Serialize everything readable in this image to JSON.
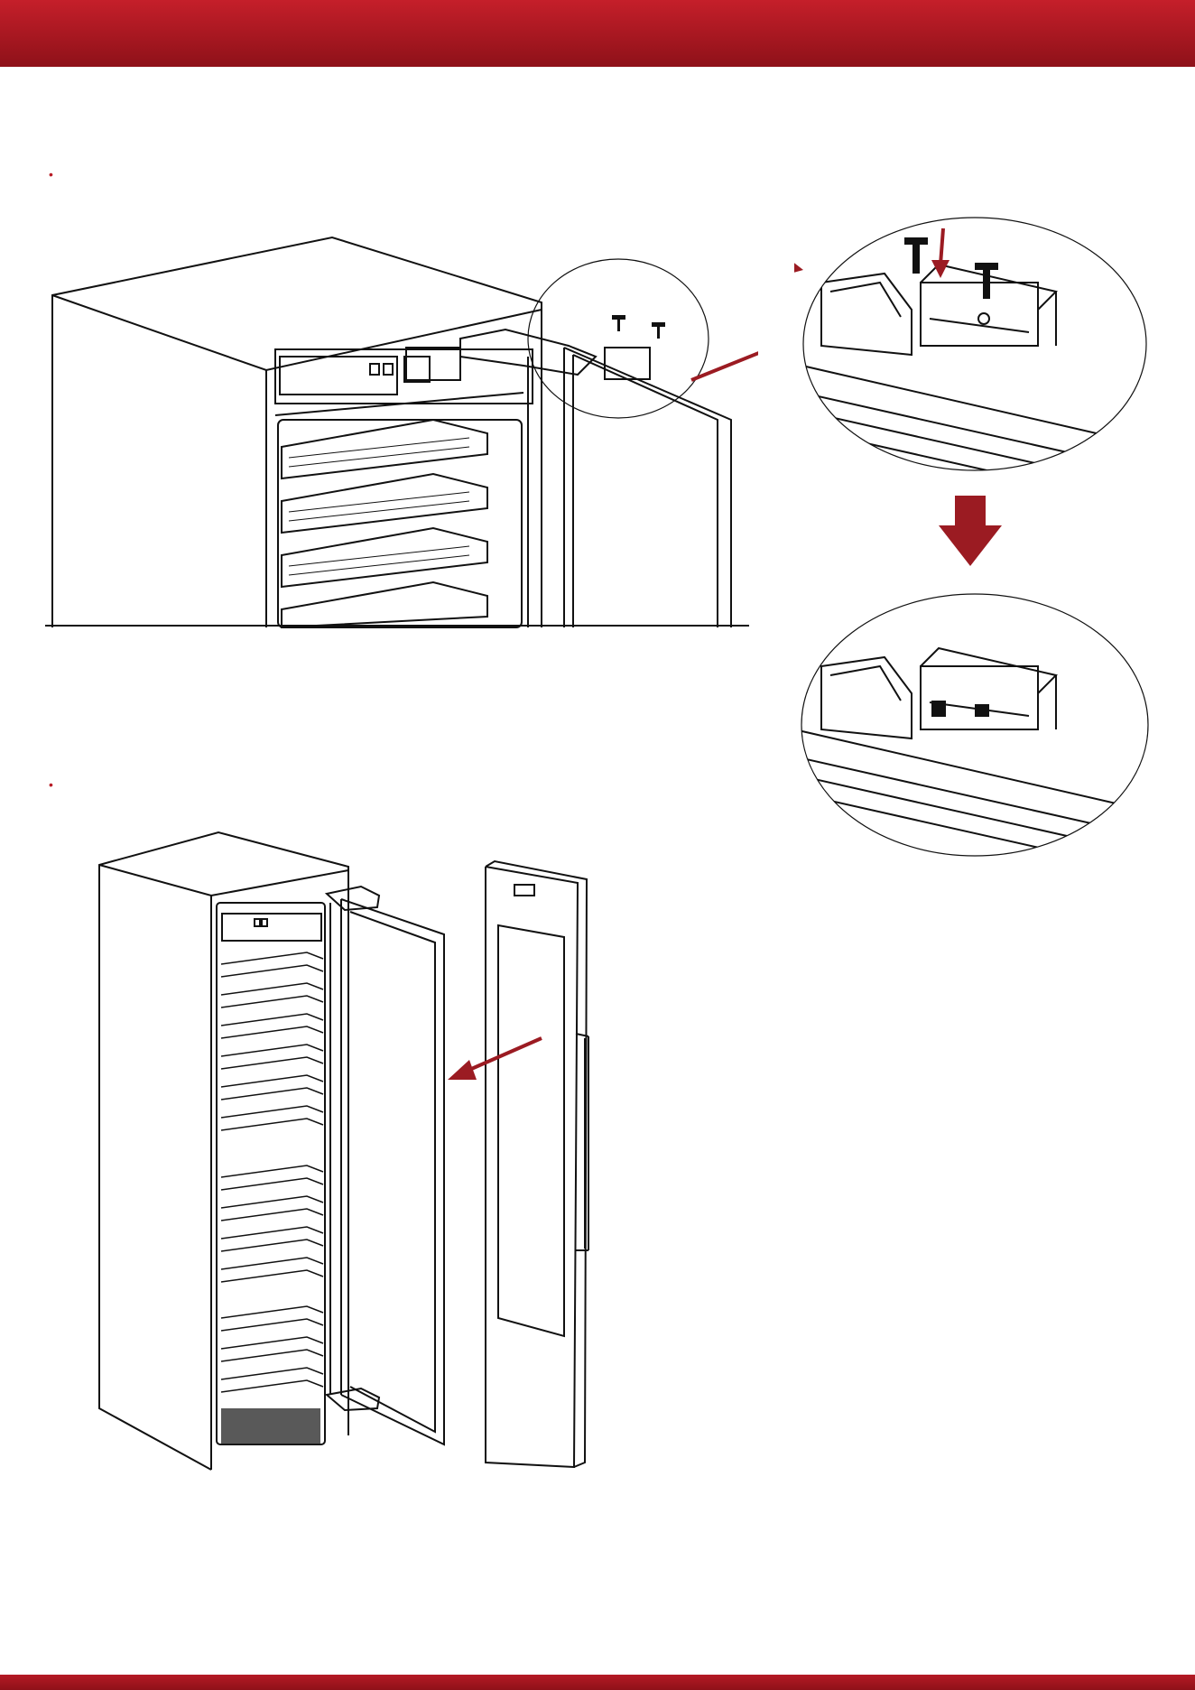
{
  "page": {
    "brand_color": "#b81c26",
    "accent_color": "#9b1b22"
  },
  "steps": [
    {
      "marker": "•"
    },
    {
      "marker": "•"
    }
  ],
  "figures": [
    {
      "icon": "hinge-screw-install-illustration"
    },
    {
      "icon": "hinge-detail-before-illustration"
    },
    {
      "icon": "down-arrow"
    },
    {
      "icon": "hinge-detail-after-illustration"
    },
    {
      "icon": "door-panel-attach-illustration"
    }
  ]
}
